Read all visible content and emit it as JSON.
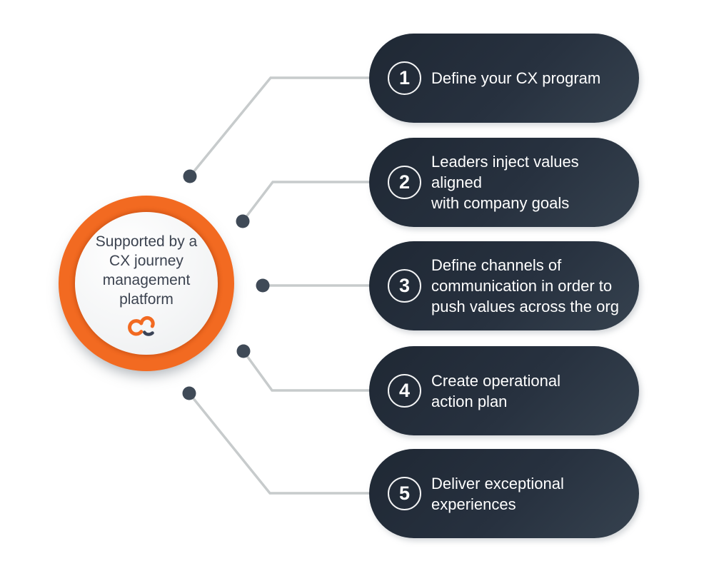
{
  "hub": {
    "text": "Supported by a\nCX journey\nmanagement\nplatform",
    "logo": "cc-logo",
    "ring_color": "#f26a21",
    "inner_color": "#f4f5f6",
    "text_color": "#3c4350"
  },
  "steps": [
    {
      "number": "1",
      "label": "Define your CX program"
    },
    {
      "number": "2",
      "label": "Leaders inject values aligned\nwith company goals"
    },
    {
      "number": "3",
      "label": "Define channels of\ncommunication in order to\npush values across the org"
    },
    {
      "number": "4",
      "label": "Create operational\naction plan"
    },
    {
      "number": "5",
      "label": "Deliver exceptional\nexperiences"
    }
  ],
  "colors": {
    "pill_gradient_start": "#1f2834",
    "pill_gradient_end": "#36424f",
    "connector_line": "#c7cbcc",
    "connector_dot": "#3f4a57",
    "accent_orange": "#f26a21",
    "logo_navy": "#3a4356",
    "text_white": "#ffffff"
  }
}
